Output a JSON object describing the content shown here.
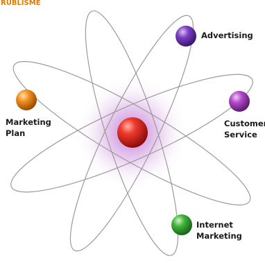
{
  "header": {
    "fragment": "RUBLISME"
  },
  "center": {
    "color": "#e62a22"
  },
  "nodes": [
    {
      "id": "advertising",
      "lines": [
        "Advertising"
      ],
      "color": "#7b3fc4"
    },
    {
      "id": "customer-service",
      "lines": [
        "Customer",
        "Service"
      ],
      "color": "#b04ac9"
    },
    {
      "id": "internet-marketing",
      "lines": [
        "Internet",
        "Marketing"
      ],
      "color": "#3fb53a"
    },
    {
      "id": "marketing-plan",
      "lines": [
        "Marketing",
        "Plan"
      ],
      "color": "#f0901e"
    }
  ],
  "colors": {
    "orbit": "#9a9a9a",
    "glow": "#c47ad6"
  }
}
